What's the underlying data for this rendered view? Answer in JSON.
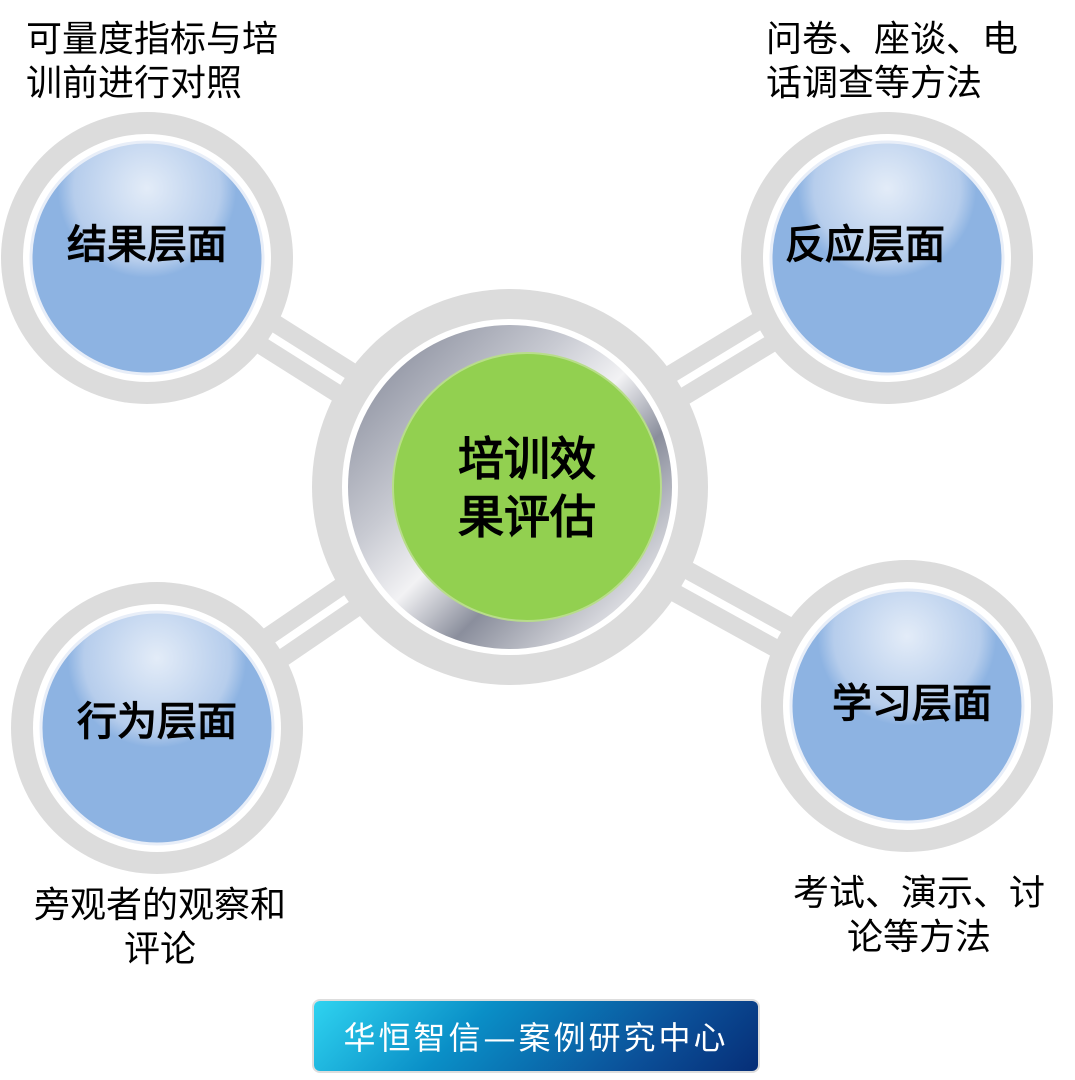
{
  "center": {
    "line1": "培训效",
    "line2": "果评估"
  },
  "nodes": [
    {
      "label": "结果层面",
      "note": [
        "可量度指标与培",
        "训前进行对照"
      ]
    },
    {
      "label": "反应层面",
      "note": [
        "问卷、座谈、电",
        "话调查等方法"
      ]
    },
    {
      "label": "行为层面",
      "note": [
        "旁观者的观察和",
        "评论"
      ]
    },
    {
      "label": "学习层面",
      "note": [
        "考试、演示、讨",
        "论等方法"
      ]
    }
  ],
  "banner": "华恒智信—案例研究中心",
  "colors": {
    "ring": "#dcdcdc",
    "node": "#8db3e2",
    "center": "#92d050"
  }
}
